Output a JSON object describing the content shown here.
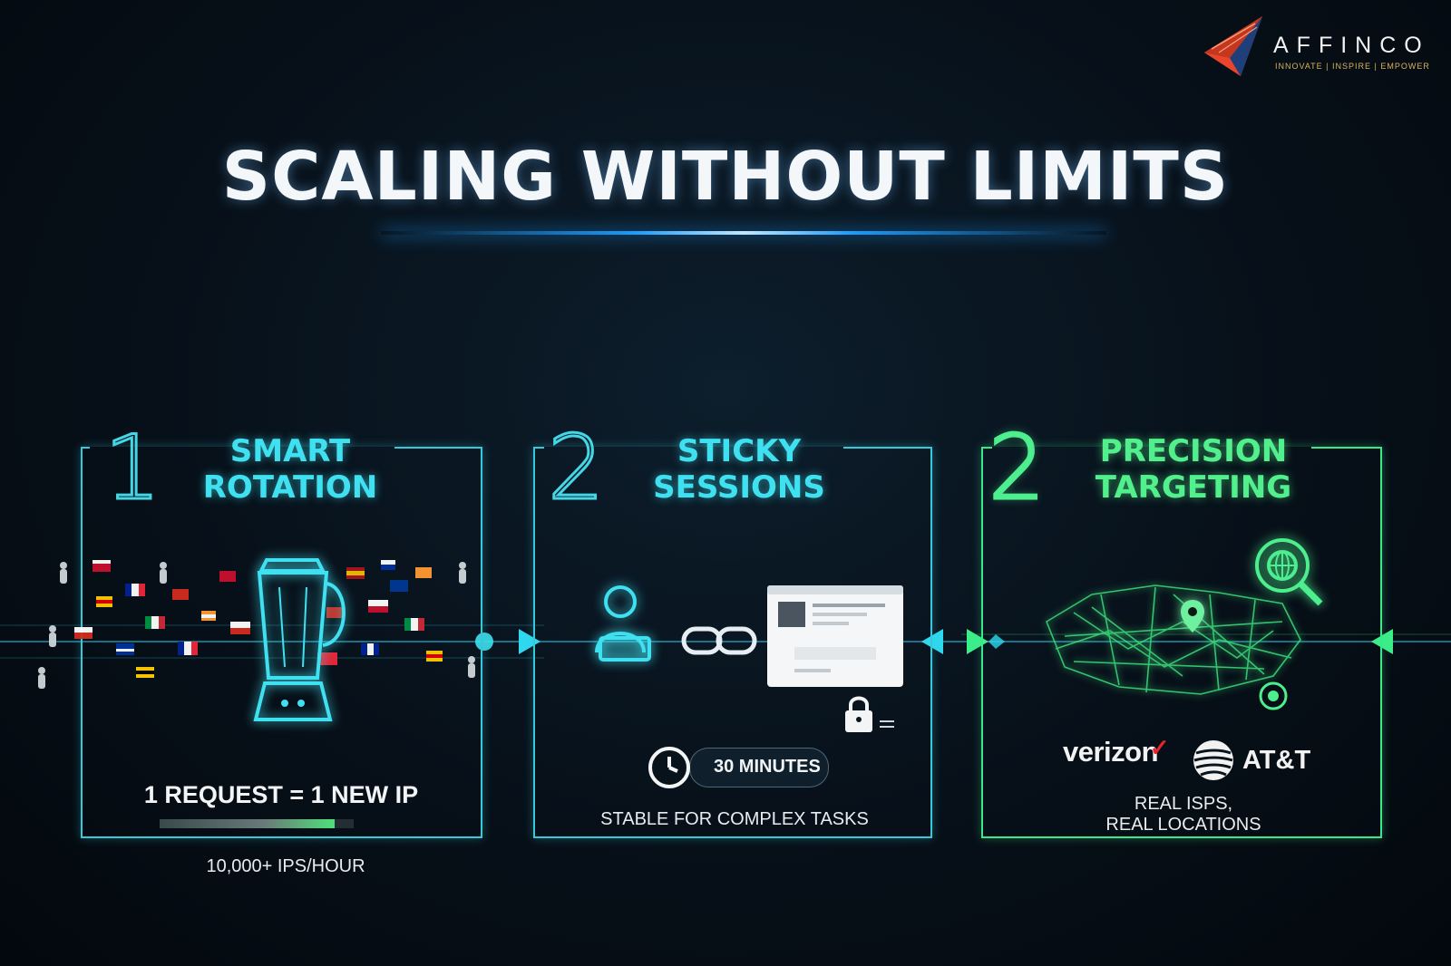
{
  "brand": {
    "name": "AFFINCO",
    "tagline": "INNOVATE | INSPIRE | EMPOWER",
    "accent_color": "#e8452c",
    "tagline_color": "#d9b35f"
  },
  "title": "SCALING WITHOUT LIMITS",
  "panels": [
    {
      "number": "1",
      "title_line1": "SMART",
      "title_line2": "ROTATION",
      "stat": "1 REQUEST = 1 NEW IP",
      "caption": "10,000+ IPS/HOUR",
      "progress": 0.9,
      "color": "#3fe0f0",
      "icon": "blender-icon"
    },
    {
      "number": "2",
      "title_line1": "STICKY",
      "title_line2": "SESSIONS",
      "pill_label": "30 MINUTES",
      "caption": "STABLE FOR COMPLEX TASKS",
      "color": "#3fe0f0",
      "icons": [
        "user-icon",
        "chain-link-icon",
        "browser-window-icon",
        "lock-icon",
        "clock-icon"
      ]
    },
    {
      "number": "2",
      "title_line1": "PRECISION",
      "title_line2": "TARGETING",
      "carrier1": "verizon",
      "carrier2": "AT&T",
      "caption_line1": "REAL ISPS,",
      "caption_line2": "REAL LOCATIONS",
      "color": "#52f08c",
      "icons": [
        "map-icon",
        "location-pin-icon",
        "globe-search-icon",
        "target-icon"
      ]
    }
  ]
}
